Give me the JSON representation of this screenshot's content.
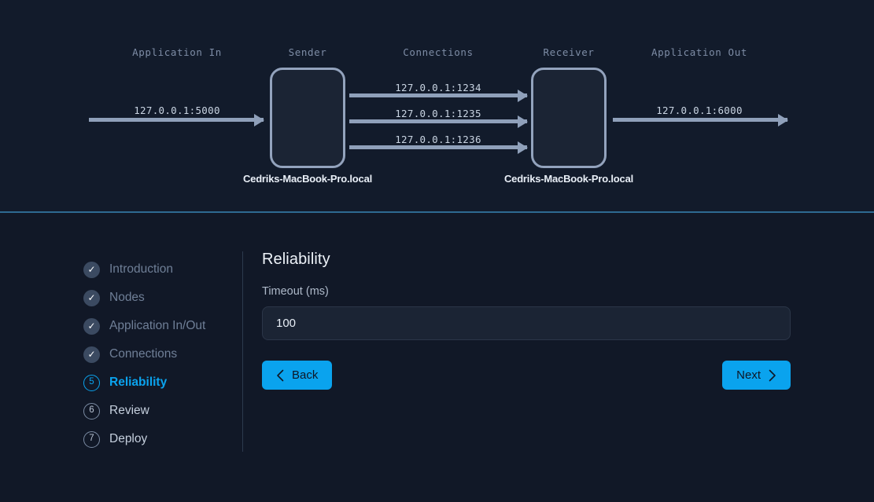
{
  "theme": {
    "background": "#111827",
    "panel_background": "#121b2b",
    "accent": "#0aa3ee",
    "divider": "#2e6a91",
    "node_border": "#93a3bd",
    "arrow": "#8fa0ba",
    "muted_text": "#7e8da6"
  },
  "diagram": {
    "columns": [
      {
        "label": "Application In"
      },
      {
        "label": "Sender"
      },
      {
        "label": "Connections"
      },
      {
        "label": "Receiver"
      },
      {
        "label": "Application Out"
      }
    ],
    "nodes": [
      {
        "role": "sender",
        "caption": "Cedriks-MacBook-Pro.local"
      },
      {
        "role": "receiver",
        "caption": "Cedriks-MacBook-Pro.local"
      }
    ],
    "application_in": {
      "address": "127.0.0.1:5000"
    },
    "application_out": {
      "address": "127.0.0.1:6000"
    },
    "connections": [
      {
        "address": "127.0.0.1:1234"
      },
      {
        "address": "127.0.0.1:1235"
      },
      {
        "address": "127.0.0.1:1236"
      }
    ]
  },
  "sidebar": {
    "steps": [
      {
        "number": "1",
        "marker": "✓",
        "label": "Introduction",
        "state": "done"
      },
      {
        "number": "2",
        "marker": "✓",
        "label": "Nodes",
        "state": "done"
      },
      {
        "number": "3",
        "marker": "✓",
        "label": "Application In/Out",
        "state": "done"
      },
      {
        "number": "4",
        "marker": "✓",
        "label": "Connections",
        "state": "done"
      },
      {
        "number": "5",
        "marker": "5",
        "label": "Reliability",
        "state": "active"
      },
      {
        "number": "6",
        "marker": "6",
        "label": "Review",
        "state": "pending"
      },
      {
        "number": "7",
        "marker": "7",
        "label": "Deploy",
        "state": "pending"
      }
    ]
  },
  "form": {
    "title": "Reliability",
    "timeout": {
      "label": "Timeout (ms)",
      "value": "100",
      "placeholder": "100"
    }
  },
  "buttons": {
    "back": {
      "label": "Back",
      "icon": "chevron-left-icon"
    },
    "next": {
      "label": "Next",
      "icon": "chevron-right-icon"
    }
  }
}
